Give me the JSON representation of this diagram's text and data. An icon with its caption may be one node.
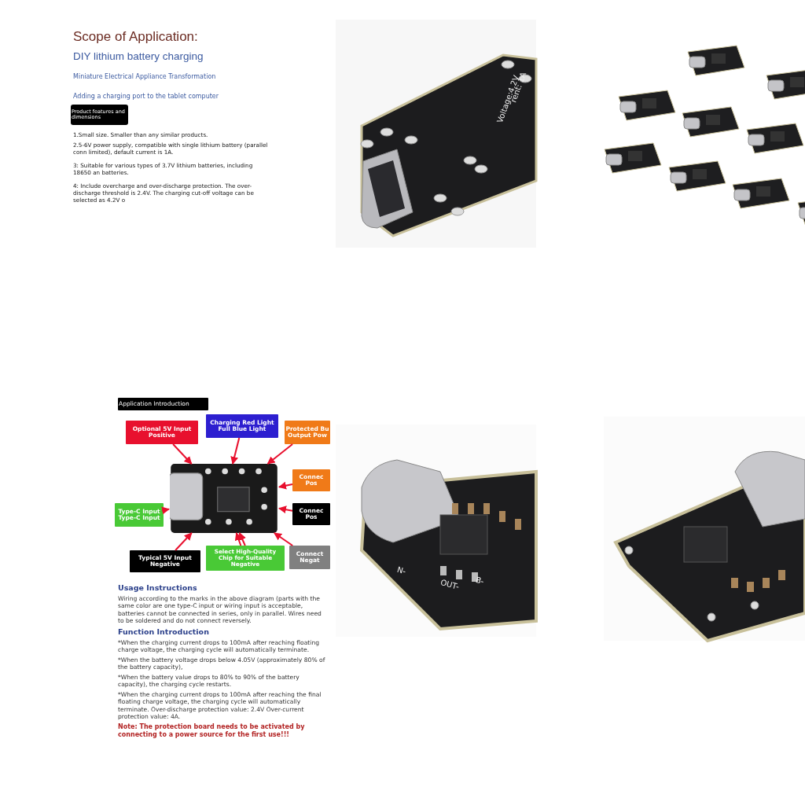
{
  "diagram": {
    "nodes": [
      {
        "text": [
          "Application Introduction"
        ]
      },
      {
        "text": [
          "Product features and dimensions"
        ]
      },
      {
        "text": [],
        "shape": "picture"
      },
      {
        "text": [
          "Optional 5V Input Positive"
        ]
      },
      {
        "text": [
          "Charging Red Light Full Blue Light"
        ]
      },
      {
        "text": [
          "Protected Bu Output Pow"
        ]
      },
      {
        "text": [
          "Connec Pos"
        ]
      },
      {
        "text": [
          "Connec Pos"
        ]
      },
      {
        "text": [
          "Type-C Input Type-C Input"
        ]
      },
      {
        "text": [
          "Select High-Quality Chip for Suitable Negative"
        ]
      },
      {
        "text": [
          "Connect Negat"
        ]
      },
      {
        "text": [
          "Typical 5V Input Negative"
        ]
      }
    ],
    "edges": [
      {
        "from": 3,
        "to": 2,
        "arrow": "to"
      },
      {
        "from": 4,
        "to": 2,
        "arrow": "to"
      },
      {
        "from": 5,
        "to": 2,
        "arrow": "to"
      },
      {
        "from": 6,
        "to": 2,
        "arrow": "to"
      },
      {
        "from": 7,
        "to": 2,
        "arrow": "to"
      },
      {
        "from": 8,
        "to": 2,
        "arrow": "to"
      },
      {
        "from": 9,
        "to": 2,
        "arrow": "to"
      },
      {
        "from": 9,
        "to": 2,
        "arrow": "to"
      },
      {
        "from": 10,
        "to": 2,
        "arrow": "to"
      },
      {
        "from": 11,
        "to": 2,
        "arrow": "to"
      }
    ],
    "labels": [
      "Scope of Application:",
      "DIY lithium battery charging",
      "Miniature Electrical Appliance Transformation",
      "Adding a charging port to the tablet computer",
      "1.Small size. Smaller than any similar products.",
      "2.5-6V power supply, compatible with single lithium battery (parallel conn limited), default current is 1A.",
      "3: Suitable for various types of 3.7V lithium batteries, including 18650 an batteries.",
      "4: Include overcharge and over-discharge protection. The over-discharge threshold is 2.4V. The charging cut-off voltage can be selected as 4.2V o",
      "Voltage:4.2V",
      "rent: 1A",
      "N-",
      "OUT-",
      "B-",
      "Usage Instructions",
      "Wiring according to the marks in the above diagram (parts with the same color are one type-C input or wiring input is acceptable, batteries cannot be connected in series, only in parallel. Wires need to be soldered and do not connect reversely.",
      "Function Introduction",
      "*When the charging current drops to 100mA after reaching floating charge voltage, the charging cycle will automatically terminate.",
      "*When the battery voltage drops below 4.05V (approximately 80% of the battery capacity),",
      "*When the battery value drops to 80% to 90% of the battery capacity), the charging cycle restarts.",
      "*When the charging current drops to 100mA after reaching the final floating charge voltage, the charging cycle will automatically terminate. Over-discharge protection value: 2.4V Over-current protection value: 4A.",
      "Note: The protection board needs to be activated by connecting to a power source for the first use!!!"
    ]
  }
}
